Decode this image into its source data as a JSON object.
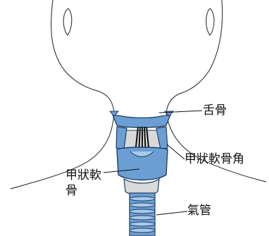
{
  "labels": {
    "hyoid": "舌骨",
    "thyroid_horn": "甲狀軟骨角",
    "thyroid_line1": "甲狀軟",
    "thyroid_line2": "骨",
    "trachea": "氣管"
  },
  "colors": {
    "cartilage": "#6b9fd4",
    "cartilage_light": "#a9c8ea",
    "outline": "#1f3f66",
    "skin_line": "#444444",
    "membrane": "#d9d9d9"
  }
}
